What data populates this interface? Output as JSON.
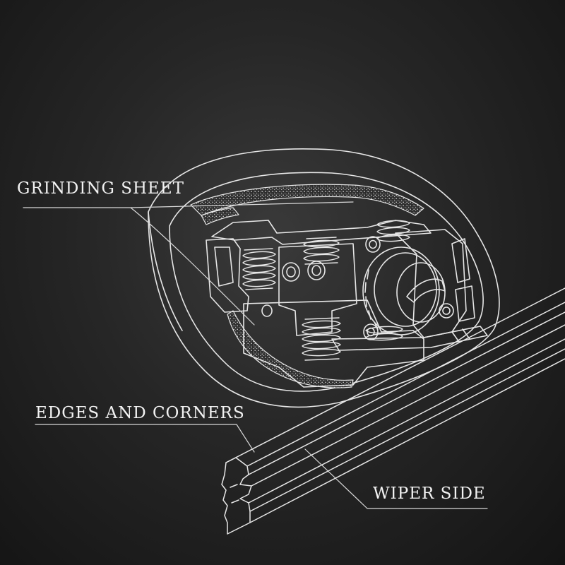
{
  "labels": {
    "grinding_sheet": "GRINDING SHEET",
    "edges_and_corners": "EDGES AND CORNERS",
    "wiper_side": "WIPER SIDE"
  },
  "colors": {
    "background": "#262626",
    "line_art": "#e6e6e6",
    "text": "#f2f2f2"
  }
}
